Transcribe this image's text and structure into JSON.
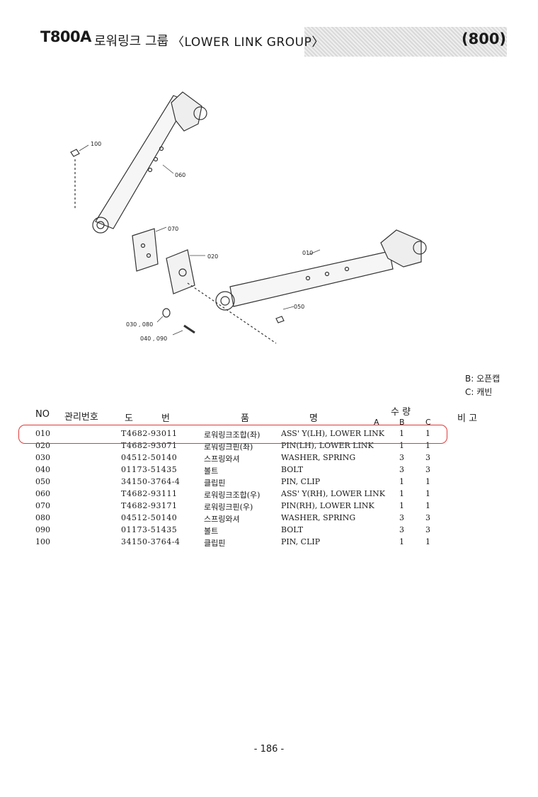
{
  "header": {
    "model": "T800A",
    "title_kr": "로워링크 그룹",
    "title_en": "〈LOWER LINK GROUP〉",
    "section": "(800)"
  },
  "diagram": {
    "callouts": [
      "100",
      "060",
      "070",
      "020",
      "010",
      "050",
      "030 , 080",
      "040 , 090"
    ]
  },
  "legend": {
    "b": "B: 오픈캡",
    "c": "C: 캐빈"
  },
  "table": {
    "headers": {
      "no": "NO",
      "mgmt": "관리번호",
      "drawing_1": "도",
      "drawing_2": "번",
      "name_1": "품",
      "name_2": "명",
      "qty": "수 량",
      "a": "A",
      "b": "B",
      "c": "C",
      "remarks": "비   고"
    },
    "rows": [
      {
        "no": "010",
        "part": "T4682-93011",
        "kr": "로워링크조합(좌)",
        "en": "ASS' Y(LH), LOWER LINK",
        "a": "1",
        "c": "1"
      },
      {
        "no": "020",
        "part": "T4682-93071",
        "kr": "로워링크핀(좌)",
        "en": "PIN(LH), LOWER LINK",
        "a": "1",
        "c": "1"
      },
      {
        "no": "030",
        "part": "04512-50140",
        "kr": "스프링와셔",
        "en": "WASHER, SPRING",
        "a": "3",
        "c": "3"
      },
      {
        "no": "040",
        "part": "01173-51435",
        "kr": "볼트",
        "en": "BOLT",
        "a": "3",
        "c": "3"
      },
      {
        "no": "050",
        "part": "34150-3764-4",
        "kr": "클립핀",
        "en": "PIN, CLIP",
        "a": "1",
        "c": "1"
      },
      {
        "no": "060",
        "part": "T4682-93111",
        "kr": "로워링크조합(우)",
        "en": "ASS' Y(RH), LOWER LINK",
        "a": "1",
        "c": "1"
      },
      {
        "no": "070",
        "part": "T4682-93171",
        "kr": "로워링크핀(우)",
        "en": "PIN(RH), LOWER LINK",
        "a": "1",
        "c": "1"
      },
      {
        "no": "080",
        "part": "04512-50140",
        "kr": "스프링와셔",
        "en": "WASHER, SPRING",
        "a": "3",
        "c": "3"
      },
      {
        "no": "090",
        "part": "01173-51435",
        "kr": "볼트",
        "en": "BOLT",
        "a": "3",
        "c": "3"
      },
      {
        "no": "100",
        "part": "34150-3764-4",
        "kr": "클립핀",
        "en": "PIN, CLIP",
        "a": "1",
        "c": "1"
      }
    ]
  },
  "footer": {
    "page": "- 186 -"
  },
  "colors": {
    "highlight": "#e03a3a",
    "ink": "#1a1a1a"
  }
}
